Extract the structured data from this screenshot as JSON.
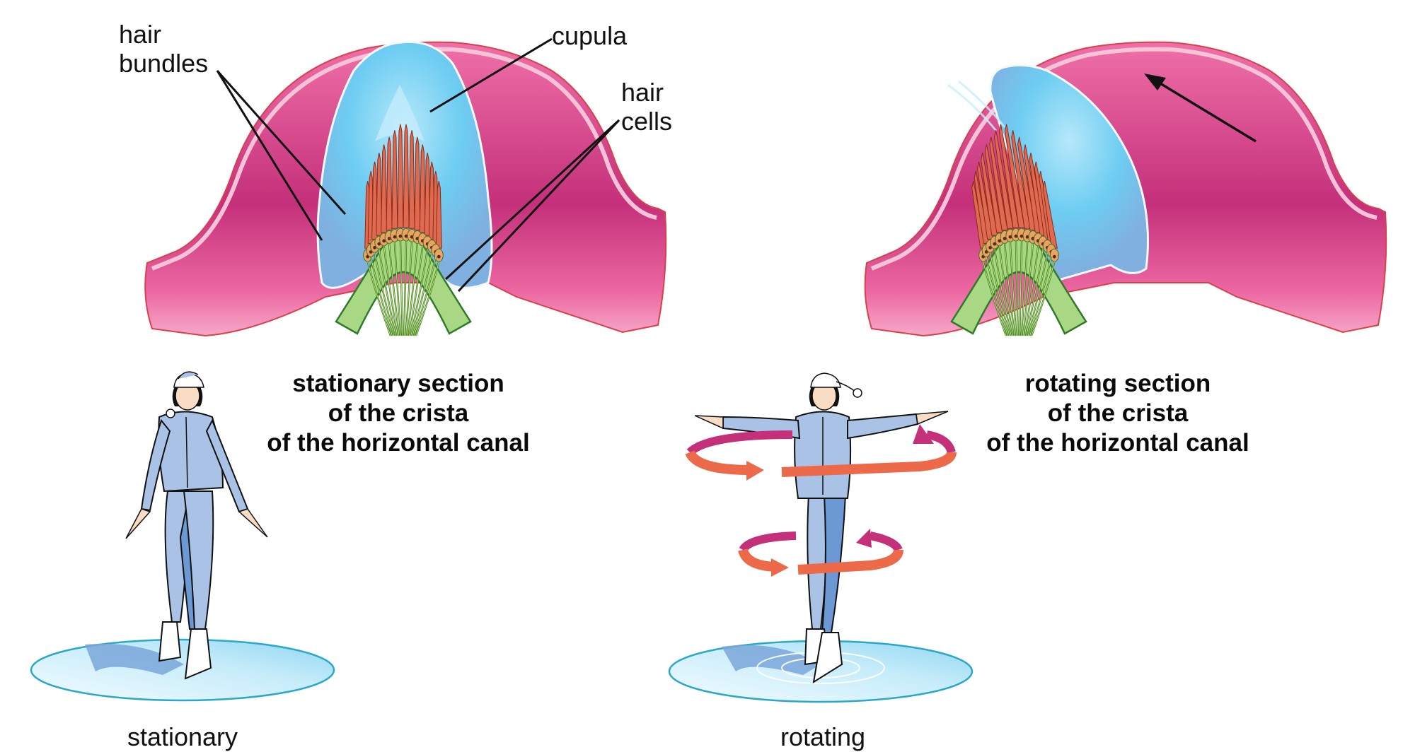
{
  "figure": {
    "subject": "Crista ampullaris of the horizontal semicircular canal: stationary vs rotating",
    "colors": {
      "ampulla_wall": "#e0589a",
      "ampulla_wall_dark": "#c4307a",
      "ampulla_rim": "#f8c3d6",
      "ampulla_outline": "#d8404a",
      "cupula": "#6ecdf2",
      "cupula_light": "#a9e2f8",
      "hair_bundle": "#e06a50",
      "hair_bundle_outline": "#8a2a1a",
      "epithelium": "#a9d884",
      "epithelium_outline": "#2f7a2a",
      "hair_cell": "#f0a060",
      "suit": "#a9c2e6",
      "suit_shade": "#6c98d4",
      "ice": "#bfe8f8",
      "ice_edge": "#2aa8cc",
      "rotation_arrow_front": "#ec6a4a",
      "rotation_arrow_back": "#c4307a",
      "label_text": "#111111"
    }
  },
  "panels": {
    "stationary": {
      "crista_labels": {
        "hair_bundles": [
          "hair",
          "bundles"
        ],
        "cupula": "cupula",
        "hair_cells": [
          "hair",
          "cells"
        ]
      },
      "title_lines": [
        "stationary section",
        "of the crista",
        "of the horizontal canal"
      ],
      "caption": "stationary"
    },
    "rotating": {
      "title_lines": [
        "rotating section",
        "of the crista",
        "of the horizontal canal"
      ],
      "caption": "rotating",
      "endolymph_flow_arrow": "arrow-up-left"
    }
  }
}
